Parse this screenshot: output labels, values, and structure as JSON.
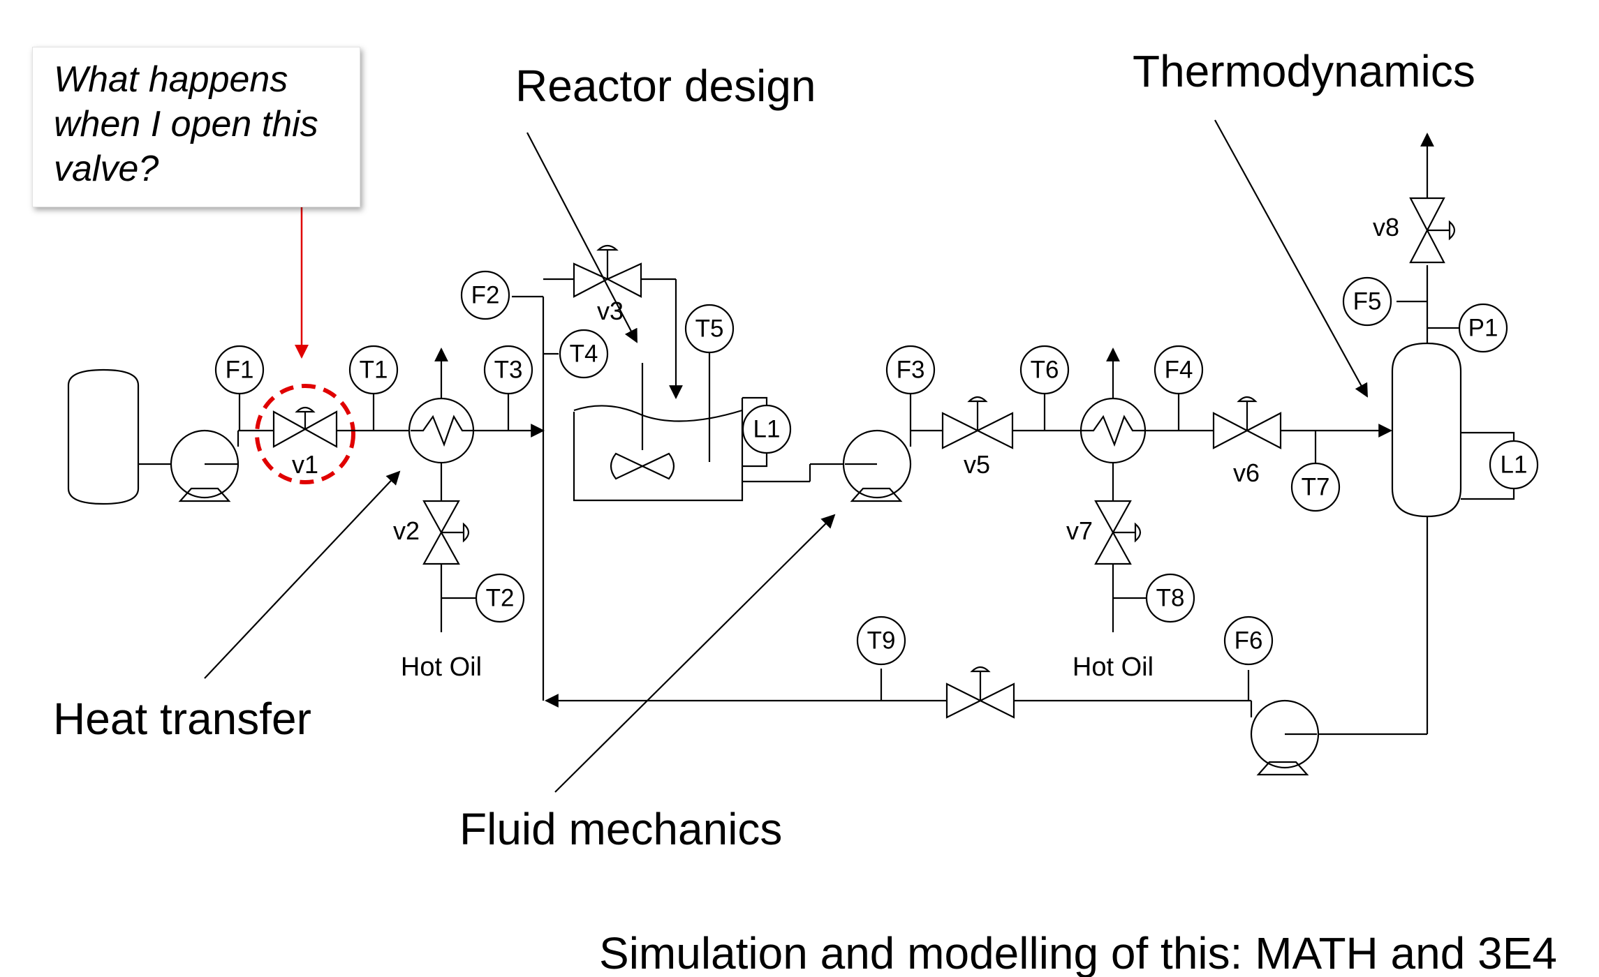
{
  "callout": {
    "lines": [
      "What happens",
      "when I open this",
      "valve?"
    ]
  },
  "headings": {
    "reactor_design": "Reactor design",
    "thermodynamics": "Thermodynamics",
    "heat_transfer": "Heat transfer",
    "fluid_mechanics": "Fluid mechanics",
    "footer": "Simulation and modelling of this: MATH and 3E4"
  },
  "instruments": {
    "F1": "F1",
    "T1": "T1",
    "T3": "T3",
    "F2": "F2",
    "T4": "T4",
    "T5": "T5",
    "L1a": "L1",
    "F3": "F3",
    "T6": "T6",
    "F4": "F4",
    "T7": "T7",
    "F5": "F5",
    "P1": "P1",
    "L1b": "L1",
    "T2": "T2",
    "T8": "T8",
    "T9": "T9",
    "F6": "F6"
  },
  "valves": {
    "v1": "v1",
    "v2": "v2",
    "v3": "v3",
    "v5": "v5",
    "v6": "v6",
    "v7": "v7",
    "v8": "v8"
  },
  "utilities": {
    "hot_oil_1": "Hot Oil",
    "hot_oil_2": "Hot Oil"
  },
  "colors": {
    "highlight": "#e00000",
    "line": "#000000"
  }
}
